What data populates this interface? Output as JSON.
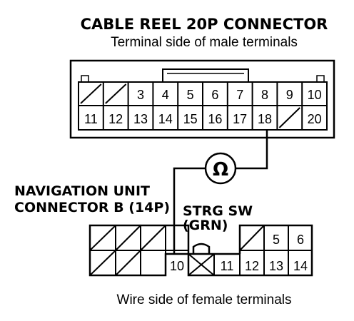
{
  "cable_reel": {
    "title": "CABLE REEL 20P CONNECTOR",
    "subtitle": "Terminal side of male terminals",
    "top_row": [
      "",
      "",
      "3",
      "4",
      "5",
      "6",
      "7",
      "8",
      "9",
      "10"
    ],
    "bottom_row": [
      "11",
      "12",
      "13",
      "14",
      "15",
      "16",
      "17",
      "18",
      "",
      "20"
    ],
    "top_row_empty": [
      true,
      true,
      false,
      false,
      false,
      false,
      false,
      false,
      false,
      false
    ],
    "bottom_row_empty": [
      false,
      false,
      false,
      false,
      false,
      false,
      false,
      false,
      true,
      false
    ]
  },
  "meter": {
    "symbol": "Ω"
  },
  "nav_unit": {
    "title_line1": "NAVIGATION UNIT",
    "title_line2": "CONNECTOR B (14P)",
    "wire_label_line1": "STRG SW",
    "wire_label_line2": "(GRN)",
    "top_row": [
      "",
      "",
      "",
      "",
      "",
      "",
      "",
      "",
      "",
      "5",
      "6"
    ],
    "bottom_row": [
      "",
      "",
      "",
      "10",
      "",
      "11",
      "12",
      "13",
      "14"
    ],
    "footer": "Wire side of female terminals"
  }
}
